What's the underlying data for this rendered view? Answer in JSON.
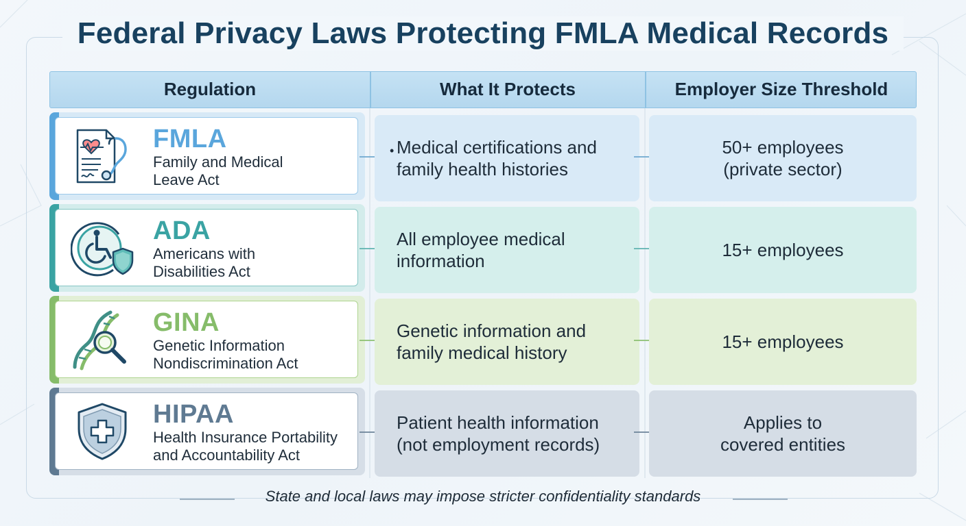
{
  "title": "Federal Privacy Laws Protecting FMLA Medical Records",
  "columns": [
    "Regulation",
    "What It Protects",
    "Employer Size Threshold"
  ],
  "rows": [
    {
      "abbr": "FMLA",
      "name_line1": "Family and Medical",
      "name_line2": "Leave Act",
      "protects_line1": "Medical certifications and",
      "protects_line2": "family health histories",
      "has_bullet": true,
      "threshold_line1": "50+ employees",
      "threshold_line2": "(private sector)",
      "icon": "medical-document-stethoscope-icon",
      "color": "#5aa6dc"
    },
    {
      "abbr": "ADA",
      "name_line1": "Americans with",
      "name_line2": "Disabilities Act",
      "protects_line1": "All employee medical",
      "protects_line2": "information",
      "has_bullet": false,
      "threshold_line1": "15+ employees",
      "threshold_line2": "",
      "icon": "accessibility-shield-icon",
      "color": "#3aa3a3"
    },
    {
      "abbr": "GINA",
      "name_line1": "Genetic Information",
      "name_line2": "Nondiscrimination Act",
      "protects_line1": "Genetic information and",
      "protects_line2": "family medical history",
      "has_bullet": false,
      "threshold_line1": "15+ employees",
      "threshold_line2": "",
      "icon": "dna-magnifier-icon",
      "color": "#86bc6a"
    },
    {
      "abbr": "HIPAA",
      "name_line1": "Health Insurance Portability",
      "name_line2": "and Accountability Act",
      "protects_line1": "Patient health information",
      "protects_line2": "(not employment records)",
      "has_bullet": false,
      "threshold_line1": "Applies to",
      "threshold_line2": "covered entities",
      "icon": "medical-cross-shield-icon",
      "color": "#5f7a92"
    }
  ],
  "footer": "State and local laws may impose stricter confidentiality standards"
}
